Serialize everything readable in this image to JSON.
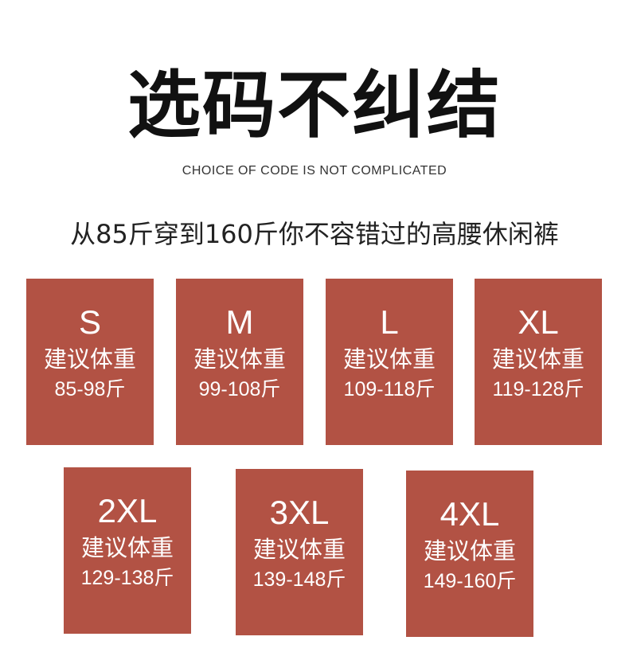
{
  "header": {
    "title": "选码不纠结",
    "subtitle": "CHOICE OF CODE IS NOT COMPLICATED",
    "tagline": "从85斤穿到160斤你不容错过的高腰休闲裤"
  },
  "colors": {
    "card_background": "#b25244",
    "card_text": "#ffffff",
    "title_text": "#111111"
  },
  "sizes": [
    {
      "size": "S",
      "label": "建议体重",
      "range": "85-98斤"
    },
    {
      "size": "M",
      "label": "建议体重",
      "range": "99-108斤"
    },
    {
      "size": "L",
      "label": "建议体重",
      "range": "109-118斤"
    },
    {
      "size": "XL",
      "label": "建议体重",
      "range": "119-128斤"
    },
    {
      "size": "2XL",
      "label": "建议体重",
      "range": "129-138斤"
    },
    {
      "size": "3XL",
      "label": "建议体重",
      "range": "139-148斤"
    },
    {
      "size": "4XL",
      "label": "建议体重",
      "range": "149-160斤"
    }
  ]
}
